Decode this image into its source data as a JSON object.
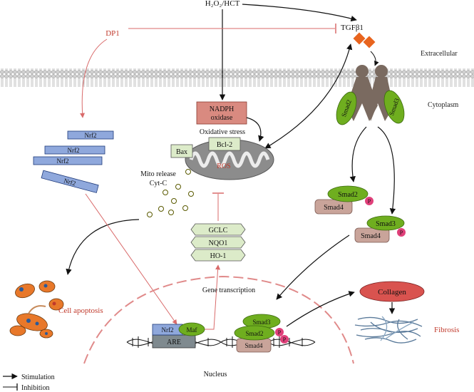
{
  "labels": {
    "stimulus": "H₂O₂/HCT",
    "dp1": "DP1",
    "tgfb1": "TGFβ1",
    "extracellular": "Extracellular",
    "cytoplasm": "Cytoplasm",
    "nadph": "NADPH",
    "oxidase": "oxidase",
    "oxidative_stress": "Oxidative stress",
    "bax": "Bax",
    "bcl2": "Bcl-2",
    "ros": "ROS",
    "mito_release": "Mito release",
    "cytc": "Cyt-C",
    "gclc": "GCLC",
    "nqo1": "NQO1",
    "ho1": "HO-1",
    "gene_transcription": "Gene transcription",
    "nrf2": "Nrf2",
    "maf": "Maf",
    "are": "ARE",
    "nucleus": "Nucleus",
    "smad2": "Smad2",
    "smad3": "Smad3",
    "smad4": "Smad4",
    "p": "P",
    "collagen": "Collagen",
    "fibrosis": "Fibrosis",
    "cell_apoptosis": "Cell apoptosis"
  },
  "legend": {
    "stimulation": "Stimulation",
    "inhibition": "Inhibition"
  },
  "colors": {
    "red_text": "#c0392b",
    "smad_green": "#6fae1f",
    "smad4_fill": "#c9a49a",
    "p_pink": "#e0407a",
    "nrf2_blue": "#8fa8dc",
    "tgf_orange": "#e8641e",
    "receptor": "#7a6a60",
    "collagen": "#d9534f",
    "nadph_fill": "#d98a80",
    "box_green": "#dcebc9",
    "are_gray": "#7f8a8f",
    "dp1_line": "#d96a6a"
  }
}
